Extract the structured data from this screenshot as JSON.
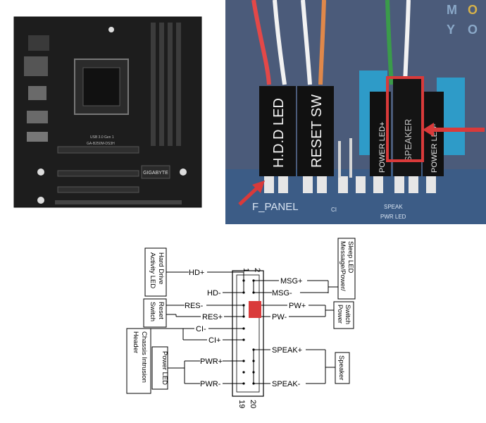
{
  "board": {
    "brand_label": "GIGABYTE",
    "model_label": "GA-B250M-DS3H",
    "usb_label": "USB 3.0 Gen 1"
  },
  "photo": {
    "connectors": [
      "H.D.D LED",
      "RESET SW",
      "POWER LED+",
      "SPEAKER",
      "POWER LED-"
    ],
    "header_label": "F_PANEL",
    "speak_label": "SPEAK",
    "pwr_led_label": "PWR LED",
    "ci_label": "CI",
    "watermark": [
      "M",
      "O",
      "Y",
      "O"
    ]
  },
  "diagram": {
    "pin_top_left": "1",
    "pin_top_right": "2",
    "pin_bottom_left": "19",
    "pin_bottom_right": "20",
    "left_boxes": [
      {
        "lines": [
          "Hard Drive",
          "Activity LED"
        ]
      },
      {
        "lines": [
          "Reset",
          "Switch"
        ]
      },
      {
        "lines": [
          "Chassis Intrusion",
          "Header"
        ]
      },
      {
        "lines": [
          "Power LED"
        ]
      }
    ],
    "right_boxes": [
      {
        "lines": [
          "Message/Power/",
          "Sleep LED"
        ]
      },
      {
        "lines": [
          "Power",
          "Switch"
        ]
      },
      {
        "lines": [
          "Speaker"
        ]
      }
    ],
    "left_signals": [
      "HD+",
      "HD-",
      "RES-",
      "RES+",
      "CI-",
      "CI+",
      "PWR+",
      "PWR-"
    ],
    "right_signals": [
      "MSG+",
      "MSG-",
      "PW+",
      "PW-",
      "SPEAK+",
      "SPEAK-"
    ]
  },
  "colors": {
    "highlight": "#d93a3a",
    "board": "#1c1c1c",
    "header_blue": "#2e9bc8"
  }
}
